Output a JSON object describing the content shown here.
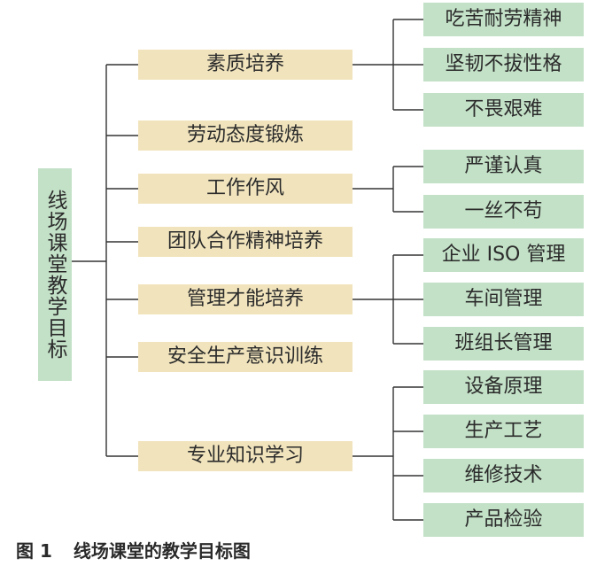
{
  "root": {
    "label": "线场课堂教学目标"
  },
  "branches": [
    {
      "label": "素质培养",
      "children": [
        "吃苦耐劳精神",
        "坚韧不拔性格",
        "不畏艰难"
      ]
    },
    {
      "label": "劳动态度锻炼",
      "children": []
    },
    {
      "label": "工作作风",
      "children": [
        "严谨认真",
        "一丝不苟"
      ]
    },
    {
      "label": "团队合作精神培养",
      "children": []
    },
    {
      "label": "管理才能培养",
      "children": [
        "企业 ISO 管理",
        "车间管理",
        "班组长管理"
      ]
    },
    {
      "label": "安全生产意识训练",
      "children": []
    },
    {
      "label": "专业知识学习",
      "children": [
        "设备原理",
        "生产工艺",
        "维修技术",
        "产品检验"
      ]
    }
  ],
  "caption": {
    "number": "图 1",
    "title": "线场课堂的教学目标图"
  },
  "colors": {
    "mid_fill": "#f1e4bd",
    "leaf_fill": "#c3e1c7",
    "line": "#333333"
  }
}
